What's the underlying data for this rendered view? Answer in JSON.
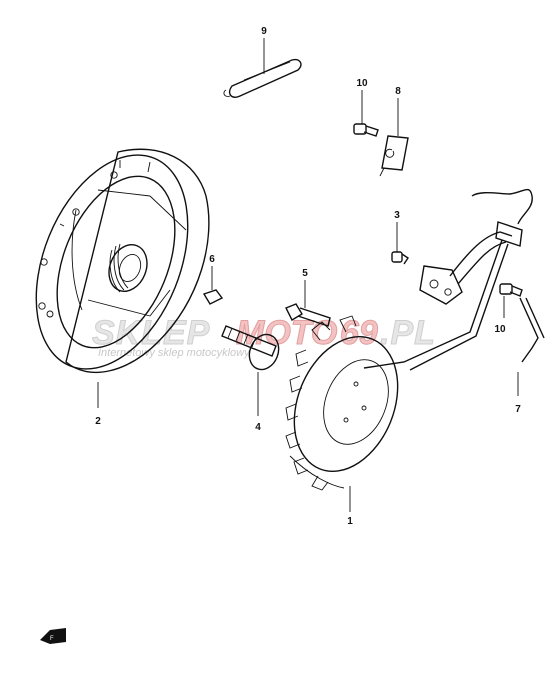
{
  "parts": [
    {
      "number": "1"
    },
    {
      "number": "2"
    },
    {
      "number": "3"
    },
    {
      "number": "4"
    },
    {
      "number": "5"
    },
    {
      "number": "6"
    },
    {
      "number": "7"
    },
    {
      "number": "8"
    },
    {
      "number": "9"
    },
    {
      "number": "10"
    },
    {
      "number": "10"
    }
  ],
  "watermark": {
    "brand_a": "SKLEP",
    "brand_b": "MOTO",
    "brand_c": "69",
    "brand_d": ".PL",
    "tagline": "Internetowy sklep motocyklowy"
  },
  "colors": {
    "line": "#111111",
    "watermark_red": "#e2a0a0",
    "watermark_gray": "#cfcfcf"
  }
}
